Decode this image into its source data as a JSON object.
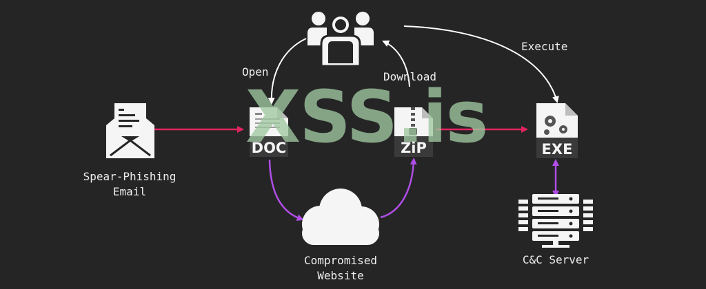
{
  "nodes": {
    "email": {
      "label_line1": "Spear-Phishing",
      "label_line2": "Email"
    },
    "doc": {
      "badge": "DOC"
    },
    "zip": {
      "badge": "ZiP"
    },
    "exe": {
      "badge": "EXE"
    },
    "website": {
      "label_line1": "Compromised",
      "label_line2": "Website"
    },
    "server": {
      "label": "C&C Server"
    }
  },
  "edges": {
    "open": "Open",
    "download": "Download",
    "execute": "Execute"
  },
  "watermark": "XSS.is",
  "colors": {
    "background": "#252526",
    "red_arrow": "#e0245e",
    "purple_arrow": "#b04ee6",
    "white_arrow": "#ffffff",
    "icon_fill": "#f5f5f5"
  }
}
